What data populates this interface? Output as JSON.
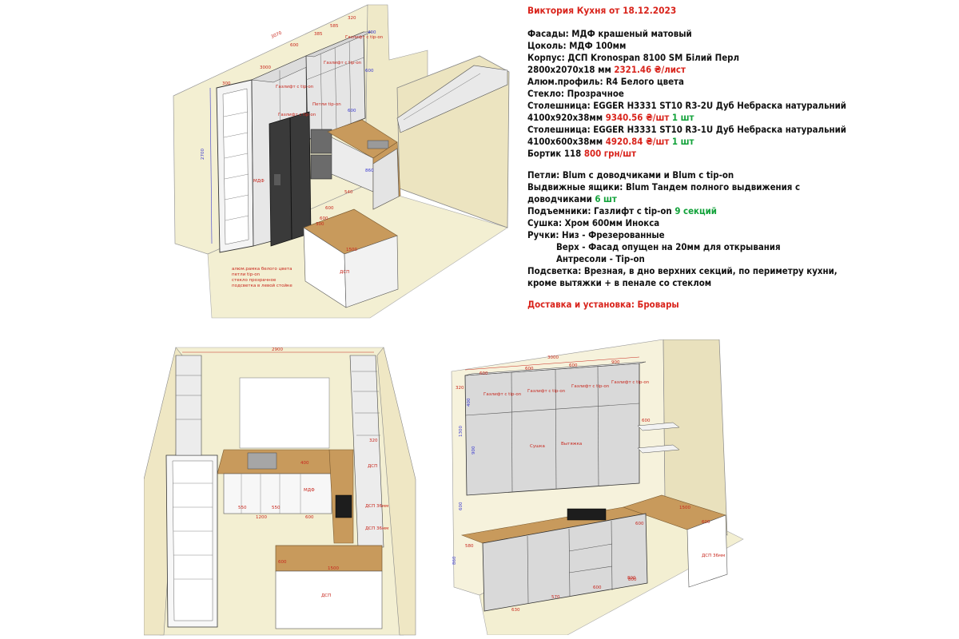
{
  "spec": {
    "title": "Виктория Кухня от 18.12.2023",
    "facades": "Фасады: МДФ крашеный матовый",
    "plinth": "Цоколь: МДФ 100мм",
    "body_label": "Корпус: ДСП Kronospan 8100 SM Білий Перл",
    "body_size": "2800х2070х18 мм",
    "body_price": "2321.46 ₴/лист",
    "profile": "Алюм.профиль: R4 Белого цвета",
    "glass": "Стекло: Прозрачное",
    "top1_label": "Столешница: EGGER H3331 ST10 R3-2U Дуб Небраска натуральний",
    "top1_size": "4100x920x38мм",
    "top1_price": "9340.56 ₴/шт",
    "top1_qty": "1 шт",
    "top2_label": "Столешница: EGGER H3331 ST10 R3-1U Дуб Небраска натуральний",
    "top2_size": "4100x600x38мм",
    "top2_price": "4920.84 ₴/шт",
    "top2_qty": "1 шт",
    "edge_label": "Бортик 118",
    "edge_price": "800 грн/шт",
    "hinges": "Петли: Blum с доводчиками и Blum с tip-on",
    "drawers_a": "Выдвижные ящики: Blum Тандем полного выдвижения с",
    "drawers_b": "доводчиками",
    "drawers_qty": "6 шт",
    "lifts_label": "Подъемники: Газлифт с tip-on",
    "lifts_qty": "9 секций",
    "dryer": "Сушка: Хром 600мм Инокса",
    "handles_1": "Ручки: Низ - Фрезерованные",
    "handles_2": "Верх - Фасад опущен на 20мм для открывания",
    "handles_3": "Антресоли - Tip-on",
    "light_1": "Подсветка: Врезная, в дно верхних секций, по периметру кухни,",
    "light_2": "кроме вытяжки + в пенале со стеклом",
    "delivery": "Доставка и установка: Бровары"
  },
  "view1": {
    "dims": [
      "3070",
      "3000",
      "300",
      "2700",
      "600",
      "385",
      "585",
      "320",
      "400",
      "600",
      "600",
      "860",
      "540",
      "600",
      "300",
      "1500",
      "600"
    ],
    "labels": {
      "gas1": "Газлифт с tip-on",
      "gas2": "Газлифт с tip-on",
      "gas3": "Газлифт с tip-on",
      "gas4": "Газлифт с tip-on",
      "hinges": "Петли tip-on",
      "mdf": "МДФ",
      "dsp": "ДСП"
    },
    "notes": [
      "алюм.рамка белого цвета",
      "петли tip-on",
      "стекло прозрачное",
      "подсветка в левой стойке"
    ]
  },
  "view2": {
    "dims": [
      "2900",
      "320",
      "550",
      "550",
      "1200",
      "600",
      "400",
      "600",
      "1500"
    ],
    "labels": {
      "mdf": "МДФ",
      "dsp1": "ДСП",
      "dsp2": "ДСП 36мм",
      "dsp3": "ДСП 36мм",
      "dsp4": "ДСП"
    }
  },
  "view3": {
    "dims": [
      "3000",
      "600",
      "600",
      "600",
      "900",
      "320",
      "400",
      "1300",
      "900",
      "600",
      "600",
      "580",
      "600",
      "800",
      "1500",
      "600",
      "860",
      "630",
      "570",
      "600",
      "800"
    ],
    "labels": {
      "gas1": "Газлифт с tip-on",
      "gas2": "Газлифт с tip-on",
      "gas3": "Газлифт с tip-on",
      "gas4": "Газлифт с tip-on",
      "dryer": "Сушка",
      "hood": "Вытяжка",
      "dsp": "ДСП 36мм"
    }
  }
}
